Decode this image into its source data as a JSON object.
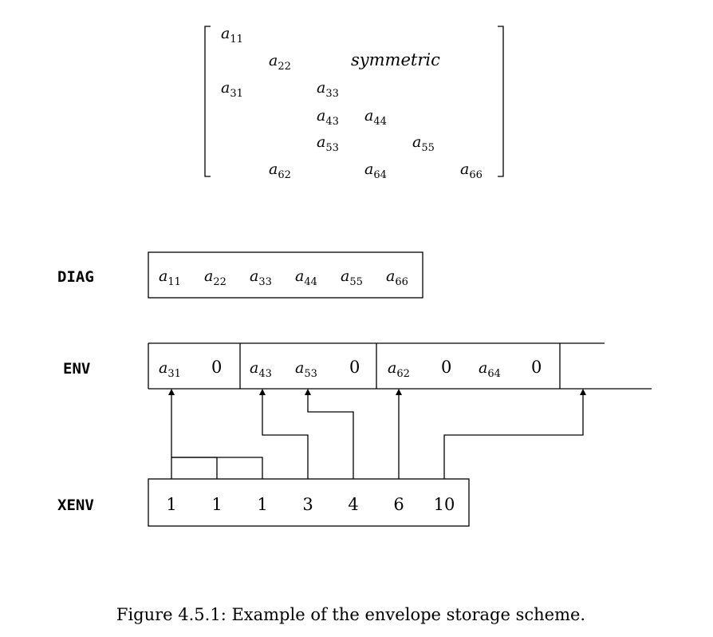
{
  "matrix": {
    "symmetric_label": "symmetric",
    "entries": [
      {
        "v": "a",
        "sub": "11"
      },
      {
        "v": "a",
        "sub": "22"
      },
      {
        "v": "a",
        "sub": "31"
      },
      {
        "v": "a",
        "sub": "33"
      },
      {
        "v": "a",
        "sub": "43"
      },
      {
        "v": "a",
        "sub": "44"
      },
      {
        "v": "a",
        "sub": "53"
      },
      {
        "v": "a",
        "sub": "55"
      },
      {
        "v": "a",
        "sub": "62"
      },
      {
        "v": "a",
        "sub": "64"
      },
      {
        "v": "a",
        "sub": "66"
      }
    ]
  },
  "diag": {
    "label": "DIAG",
    "cells": [
      {
        "v": "a",
        "sub": "11"
      },
      {
        "v": "a",
        "sub": "22"
      },
      {
        "v": "a",
        "sub": "33"
      },
      {
        "v": "a",
        "sub": "44"
      },
      {
        "v": "a",
        "sub": "55"
      },
      {
        "v": "a",
        "sub": "66"
      }
    ]
  },
  "env": {
    "label": "ENV",
    "cells": [
      {
        "v": "a",
        "sub": "31"
      },
      {
        "v": "0",
        "sub": ""
      },
      {
        "v": "a",
        "sub": "43"
      },
      {
        "v": "a",
        "sub": "53"
      },
      {
        "v": "0",
        "sub": ""
      },
      {
        "v": "a",
        "sub": "62"
      },
      {
        "v": "0",
        "sub": ""
      },
      {
        "v": "a",
        "sub": "64"
      },
      {
        "v": "0",
        "sub": ""
      }
    ]
  },
  "xenv": {
    "label": "XENV",
    "values": [
      "1",
      "1",
      "1",
      "3",
      "4",
      "6",
      "10"
    ]
  },
  "caption": "Figure 4.5.1: Example of the envelope storage scheme."
}
